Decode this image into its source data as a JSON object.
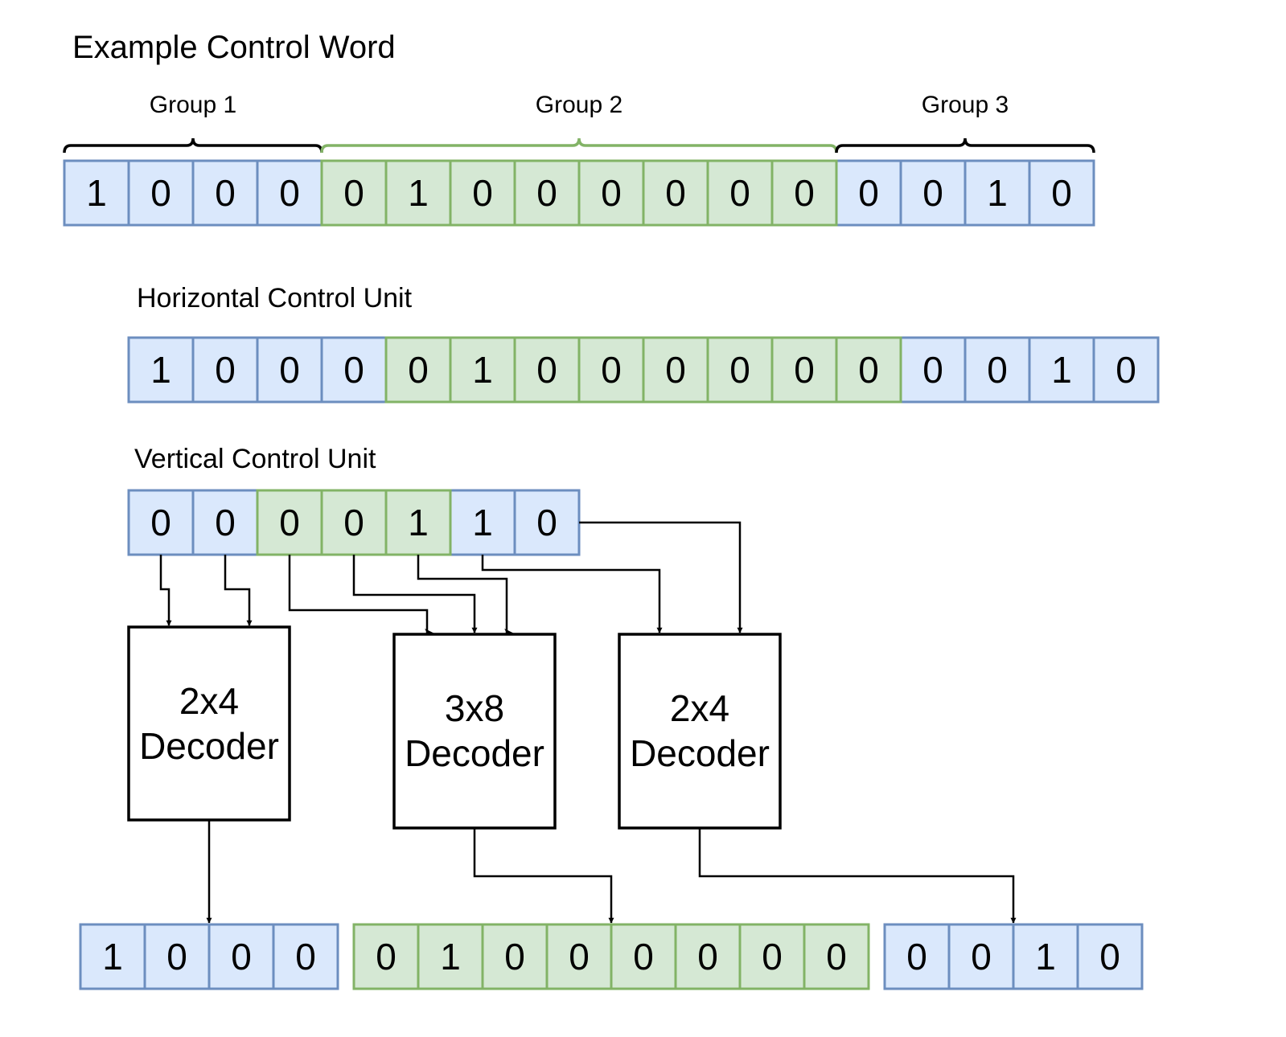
{
  "title": "Example Control Word",
  "groups": [
    {
      "label": "Group 1",
      "color": "blue"
    },
    {
      "label": "Group 2",
      "color": "green"
    },
    {
      "label": "Group 3",
      "color": "blue"
    }
  ],
  "control_word": {
    "bits": [
      "1",
      "0",
      "0",
      "0",
      "0",
      "1",
      "0",
      "0",
      "0",
      "0",
      "0",
      "0",
      "0",
      "0",
      "1",
      "0"
    ],
    "colors": [
      "blue",
      "blue",
      "blue",
      "blue",
      "green",
      "green",
      "green",
      "green",
      "green",
      "green",
      "green",
      "green",
      "blue",
      "blue",
      "blue",
      "blue"
    ]
  },
  "horizontal": {
    "label": "Horizontal Control Unit",
    "bits": [
      "1",
      "0",
      "0",
      "0",
      "0",
      "1",
      "0",
      "0",
      "0",
      "0",
      "0",
      "0",
      "0",
      "0",
      "1",
      "0"
    ],
    "colors": [
      "blue",
      "blue",
      "blue",
      "blue",
      "green",
      "green",
      "green",
      "green",
      "green",
      "green",
      "green",
      "green",
      "blue",
      "blue",
      "blue",
      "blue"
    ]
  },
  "vertical": {
    "label": "Vertical Control Unit",
    "bits": [
      "0",
      "0",
      "0",
      "0",
      "1",
      "1",
      "0"
    ],
    "colors": [
      "blue",
      "blue",
      "green",
      "green",
      "green",
      "blue",
      "blue"
    ]
  },
  "decoders": [
    {
      "line1": "2x4",
      "line2": "Decoder"
    },
    {
      "line1": "3x8",
      "line2": "Decoder"
    },
    {
      "line1": "2x4",
      "line2": "Decoder"
    }
  ],
  "outputs": [
    {
      "bits": [
        "1",
        "0",
        "0",
        "0"
      ],
      "color": "blue"
    },
    {
      "bits": [
        "0",
        "1",
        "0",
        "0",
        "0",
        "0",
        "0",
        "0"
      ],
      "color": "green"
    },
    {
      "bits": [
        "0",
        "0",
        "1",
        "0"
      ],
      "color": "blue"
    }
  ],
  "colors": {
    "blue_fill": "#dae8fc",
    "blue_stroke": "#6c8ebf",
    "green_fill": "#d5e8d4",
    "green_stroke": "#82b366"
  }
}
